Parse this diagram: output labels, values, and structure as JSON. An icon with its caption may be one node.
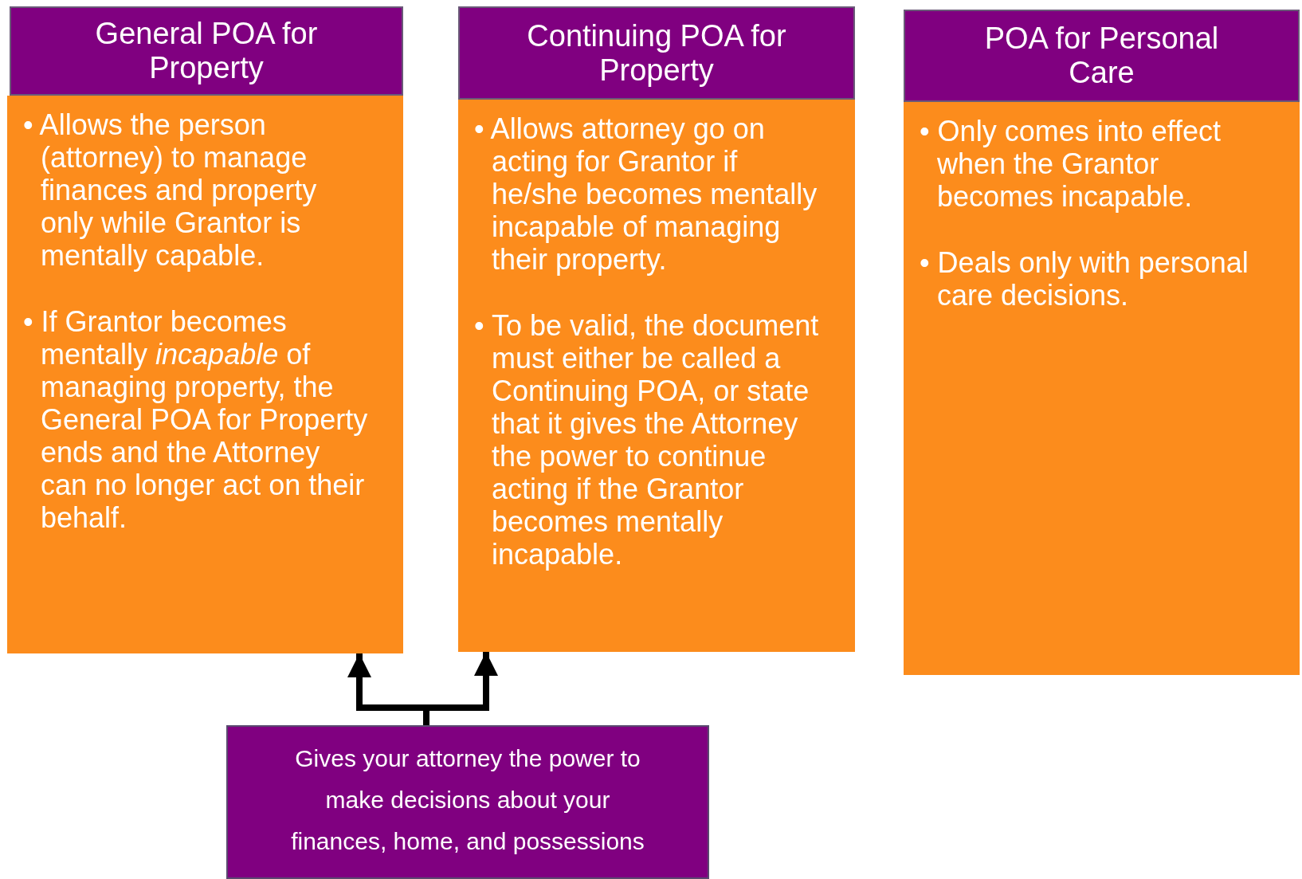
{
  "diagram": {
    "nodes": [
      {
        "text": [
          "General POA for Property"
        ]
      },
      {
        "text": [
          "• Allows the person (attorney) to manage finances and property only while Grantor is mentally capable.",
          "• If Grantor becomes mentally *incapable* of managing property, the General POA for Property ends and the Attorney can no longer act on their behalf."
        ]
      },
      {
        "text": [
          "Continuing POA for Property"
        ]
      },
      {
        "text": [
          "• Allows attorney go on acting for Grantor if he/she becomes mentally incapable of managing their property.",
          "• To be valid, the document must either be called a Continuing POA, or state that it gives the Attorney the power to continue acting if the Grantor becomes mentally incapable."
        ]
      },
      {
        "text": [
          "POA for Personal Care"
        ]
      },
      {
        "text": [
          "• Only comes into effect when the Grantor becomes incapable.",
          "• Deals only with personal care decisions."
        ]
      },
      {
        "text": [
          "Gives your attorney the power to make decisions about your finances, home, and possessions"
        ]
      }
    ],
    "edges": [
      {
        "from": 6,
        "to": 1,
        "arrow": "to"
      },
      {
        "from": 6,
        "to": 3,
        "arrow": "to"
      }
    ]
  }
}
